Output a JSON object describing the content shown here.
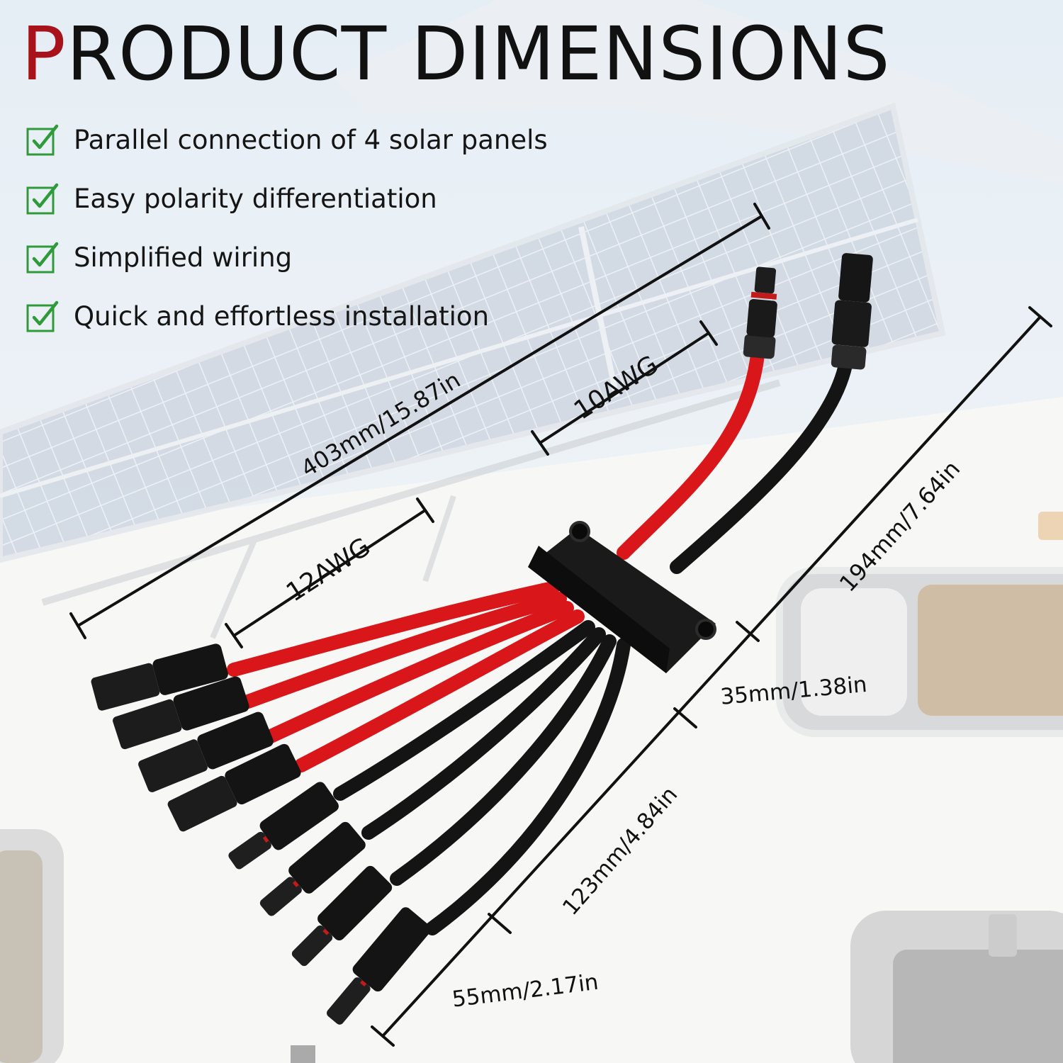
{
  "heading": {
    "first_letter": "P",
    "rest": "RODUCT DIMENSIONS"
  },
  "features": [
    "Parallel connection of 4 solar panels",
    "Easy polarity differentiation",
    "Simplified wiring",
    "Quick and effortless installation"
  ],
  "dimensions": {
    "total_length": "403mm/15.87in",
    "wire_10awg": "10AWG",
    "wire_12awg": "12AWG",
    "upper_branch": "194mm/7.64in",
    "junction_box": "35mm/1.38in",
    "lower_branch": "123mm/4.84in",
    "connector": "55mm/2.17in"
  },
  "colors": {
    "accent_red": "#a8121a",
    "cable_red": "#d9161a",
    "check_green": "#2f9a3a",
    "cable_black": "#141414"
  },
  "icons": [
    "check-icon",
    "solar-panel",
    "y-branch-cable",
    "mc4-connector"
  ]
}
